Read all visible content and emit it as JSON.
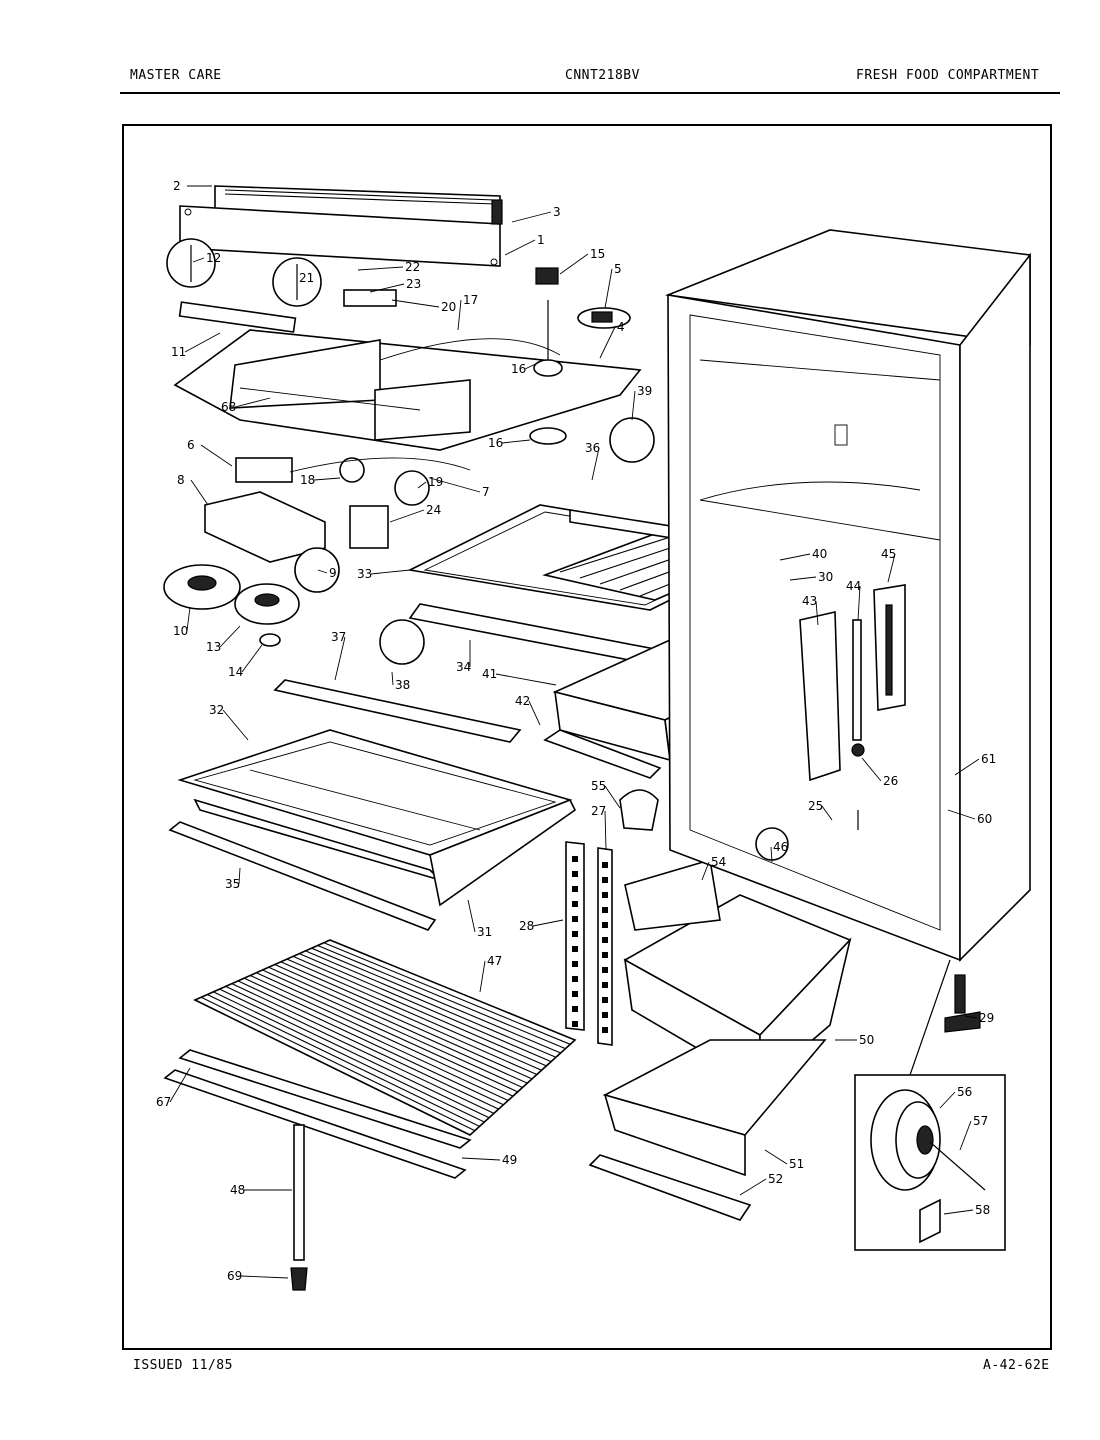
{
  "header": {
    "left": "MASTER CARE",
    "center": "CNNT218BV",
    "right": "FRESH FOOD COMPARTMENT"
  },
  "footer": {
    "left": "ISSUED 11/85",
    "right": "A-42-62E"
  },
  "part_numbers": [
    "1",
    "2",
    "3",
    "4",
    "5",
    "6",
    "7",
    "8",
    "9",
    "10",
    "11",
    "12",
    "13",
    "14",
    "15",
    "16",
    "16",
    "17",
    "18",
    "19",
    "20",
    "21",
    "22",
    "23",
    "24",
    "25",
    "26",
    "27",
    "28",
    "29",
    "30",
    "31",
    "32",
    "33",
    "34",
    "35",
    "36",
    "37",
    "38",
    "39",
    "40",
    "41",
    "42",
    "43",
    "44",
    "45",
    "46",
    "47",
    "48",
    "49",
    "50",
    "51",
    "52",
    "54",
    "55",
    "56",
    "57",
    "58",
    "60",
    "61",
    "67",
    "68",
    "69"
  ]
}
